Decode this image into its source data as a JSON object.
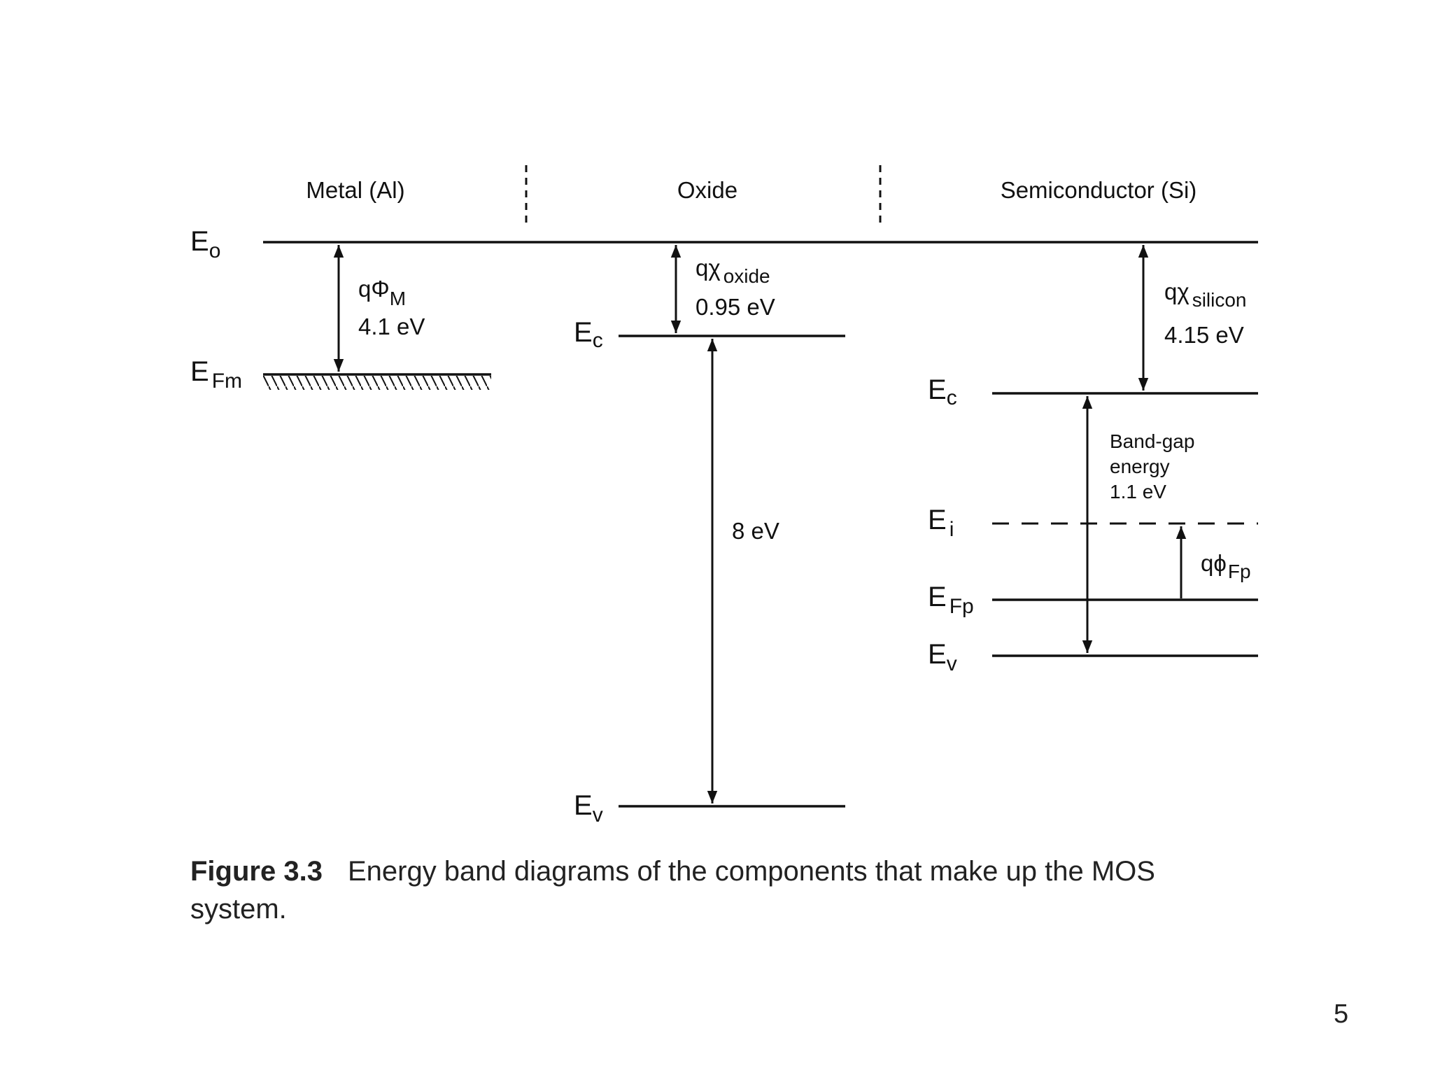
{
  "regions": {
    "metal": "Metal (Al)",
    "oxide": "Oxide",
    "semiconductor": "Semiconductor (Si)"
  },
  "metal": {
    "vacuum_level": {
      "main": "E",
      "sub": "o"
    },
    "fermi_level": {
      "main": "E",
      "sub": "Fm"
    },
    "work_function": {
      "symbol": "qΦ",
      "sub": "M",
      "value": "4.1 eV"
    }
  },
  "oxide": {
    "conduction_band": {
      "main": "E",
      "sub": "c"
    },
    "valence_band": {
      "main": "E",
      "sub": "v"
    },
    "electron_affinity": {
      "symbol": "qχ",
      "sub": "oxide",
      "value": "0.95 eV"
    },
    "band_gap": "8 eV"
  },
  "semiconductor": {
    "conduction_band": {
      "main": "E",
      "sub": "c"
    },
    "intrinsic_level": {
      "main": "E",
      "sub": "i"
    },
    "fermi_level": {
      "main": "E",
      "sub": "Fp"
    },
    "valence_band": {
      "main": "E",
      "sub": "v"
    },
    "electron_affinity": {
      "symbol": "qχ",
      "sub": "silicon",
      "value": "4.15 eV"
    },
    "band_gap": {
      "line1": "Band-gap",
      "line2": "energy",
      "line3": "1.1 eV"
    },
    "fermi_potential": {
      "symbol": "qϕ",
      "sub": "Fp"
    }
  },
  "caption": {
    "figure_label": "Figure 3.3",
    "text": "Energy band diagrams of the components that make up the MOS system."
  },
  "page_number": "5"
}
